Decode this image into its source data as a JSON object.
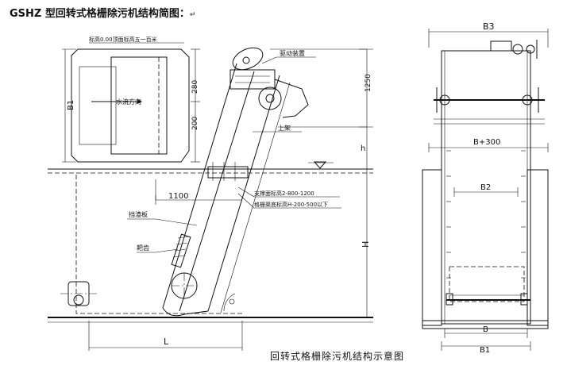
{
  "title": "GSHZ 型回转式格栅除污机结构简图：",
  "title_mark": "↵",
  "caption": "回转式格栅除污机结构示意图",
  "labels": {
    "top_note": "标高0.00顶面标高五一百米",
    "flow_direction": "水流方向",
    "drive_device": "驱动装置",
    "upper_frame": "上架",
    "support_note_1": "支撑面标高2-800-1200",
    "support_note_2": "格栅渠底标高H-200-500以下",
    "slide_plate": "挡渣板",
    "rake": "耙齿",
    "dim_b1": "B1",
    "dim_280": "280",
    "dim_200": "200",
    "dim_1250": "1250",
    "dim_h_small": "h",
    "dim_h_big": "H",
    "dim_1100": "1100",
    "dim_l": "L",
    "dim_b3": "B3",
    "dim_b300": "B+300",
    "dim_b2": "B2",
    "dim_b": "B",
    "dim_b1_right": "B1"
  },
  "colors": {
    "line": "#111111",
    "background": "#ffffff"
  }
}
